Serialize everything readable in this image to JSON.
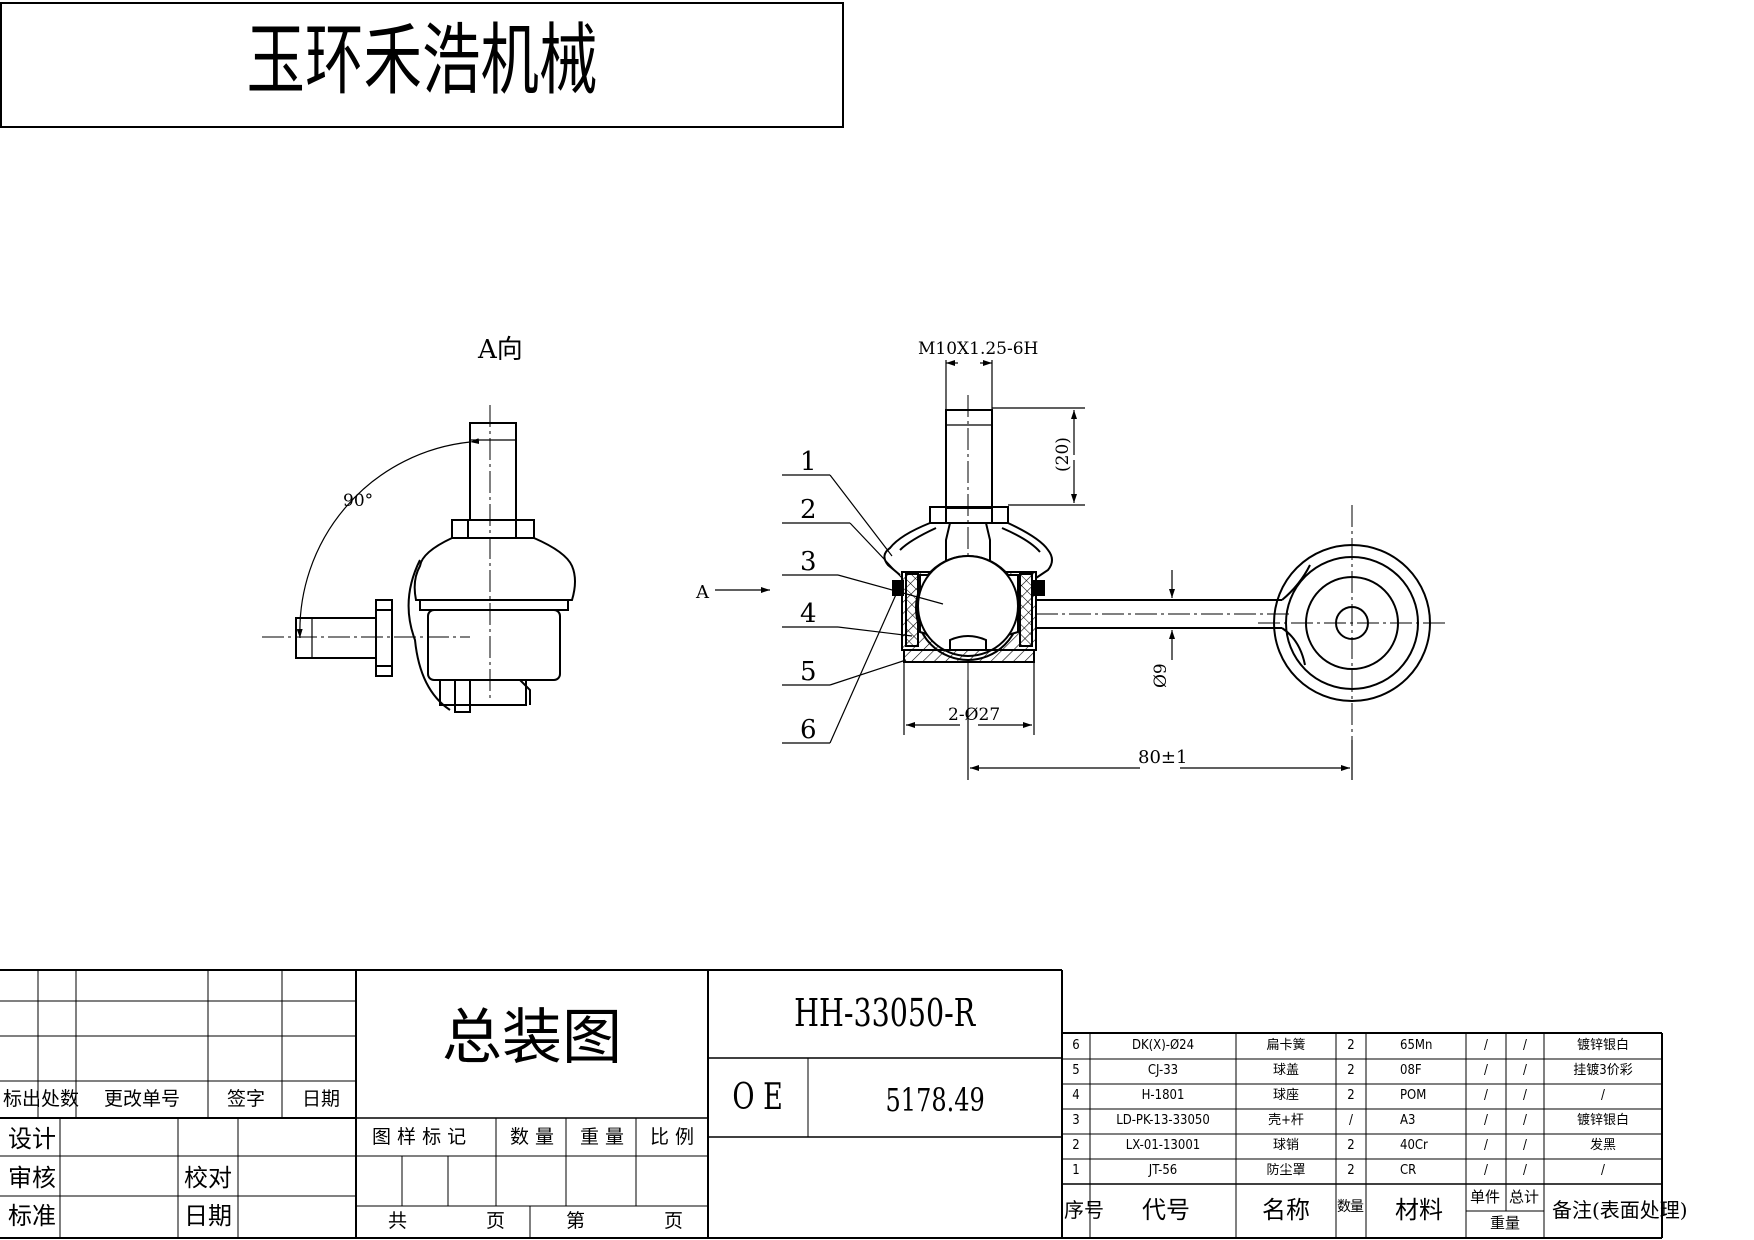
{
  "company": "玉环禾浩机械",
  "drawing_title": "总装图",
  "part_number": "HH-33050-R",
  "oe_label": "O E",
  "oe_number": "5178.49",
  "view": {
    "view_label": "A向",
    "angle": "90°",
    "arrow_label": "A"
  },
  "dimensions": {
    "thread": "M10X1.25-6H",
    "thread_length": "(20)",
    "diameter": "2-Ø27",
    "rod_dia": "Ø9",
    "length": "80±1"
  },
  "callouts": [
    "1",
    "2",
    "3",
    "4",
    "5",
    "6"
  ],
  "revision_block": {
    "headers": [
      "标出",
      "处数",
      "更改单号",
      "签字",
      "日期"
    ]
  },
  "signatures": {
    "design": "设计",
    "review": "审核",
    "standard": "标准",
    "check": "校对",
    "date": "日期"
  },
  "info": {
    "drawing_mark": "图 样 标 记",
    "quantity": "数 量",
    "weight": "重 量",
    "scale": "比 例",
    "total": "共",
    "page": "页",
    "sheet": "第",
    "page2": "页"
  },
  "bom": {
    "headers": {
      "seq": "序号",
      "code": "代号",
      "name": "名称",
      "qty": "数量",
      "material": "材料",
      "unit": "单件",
      "total": "总计",
      "weight": "重量",
      "remark": "备注(表面处理)"
    },
    "rows": [
      {
        "seq": "6",
        "code": "DK(X)-Ø24",
        "name": "扁卡簧",
        "qty": "2",
        "material": "65Mn",
        "unit": "/",
        "total": "/",
        "remark": "镀锌银白"
      },
      {
        "seq": "5",
        "code": "CJ-33",
        "name": "球盖",
        "qty": "2",
        "material": "08F",
        "unit": "/",
        "total": "/",
        "remark": "挂镀3价彩"
      },
      {
        "seq": "4",
        "code": "H-1801",
        "name": "球座",
        "qty": "2",
        "material": "POM",
        "unit": "/",
        "total": "/",
        "remark": "/"
      },
      {
        "seq": "3",
        "code": "LD-PK-13-33050",
        "name": "壳+杆",
        "qty": "/",
        "material": "A3",
        "unit": "/",
        "total": "/",
        "remark": "镀锌银白"
      },
      {
        "seq": "2",
        "code": "LX-01-13001",
        "name": "球销",
        "qty": "2",
        "material": "40Cr",
        "unit": "/",
        "total": "/",
        "remark": "发黑"
      },
      {
        "seq": "1",
        "code": "JT-56",
        "name": "防尘罩",
        "qty": "2",
        "material": "CR",
        "unit": "/",
        "total": "/",
        "remark": "/"
      }
    ]
  }
}
